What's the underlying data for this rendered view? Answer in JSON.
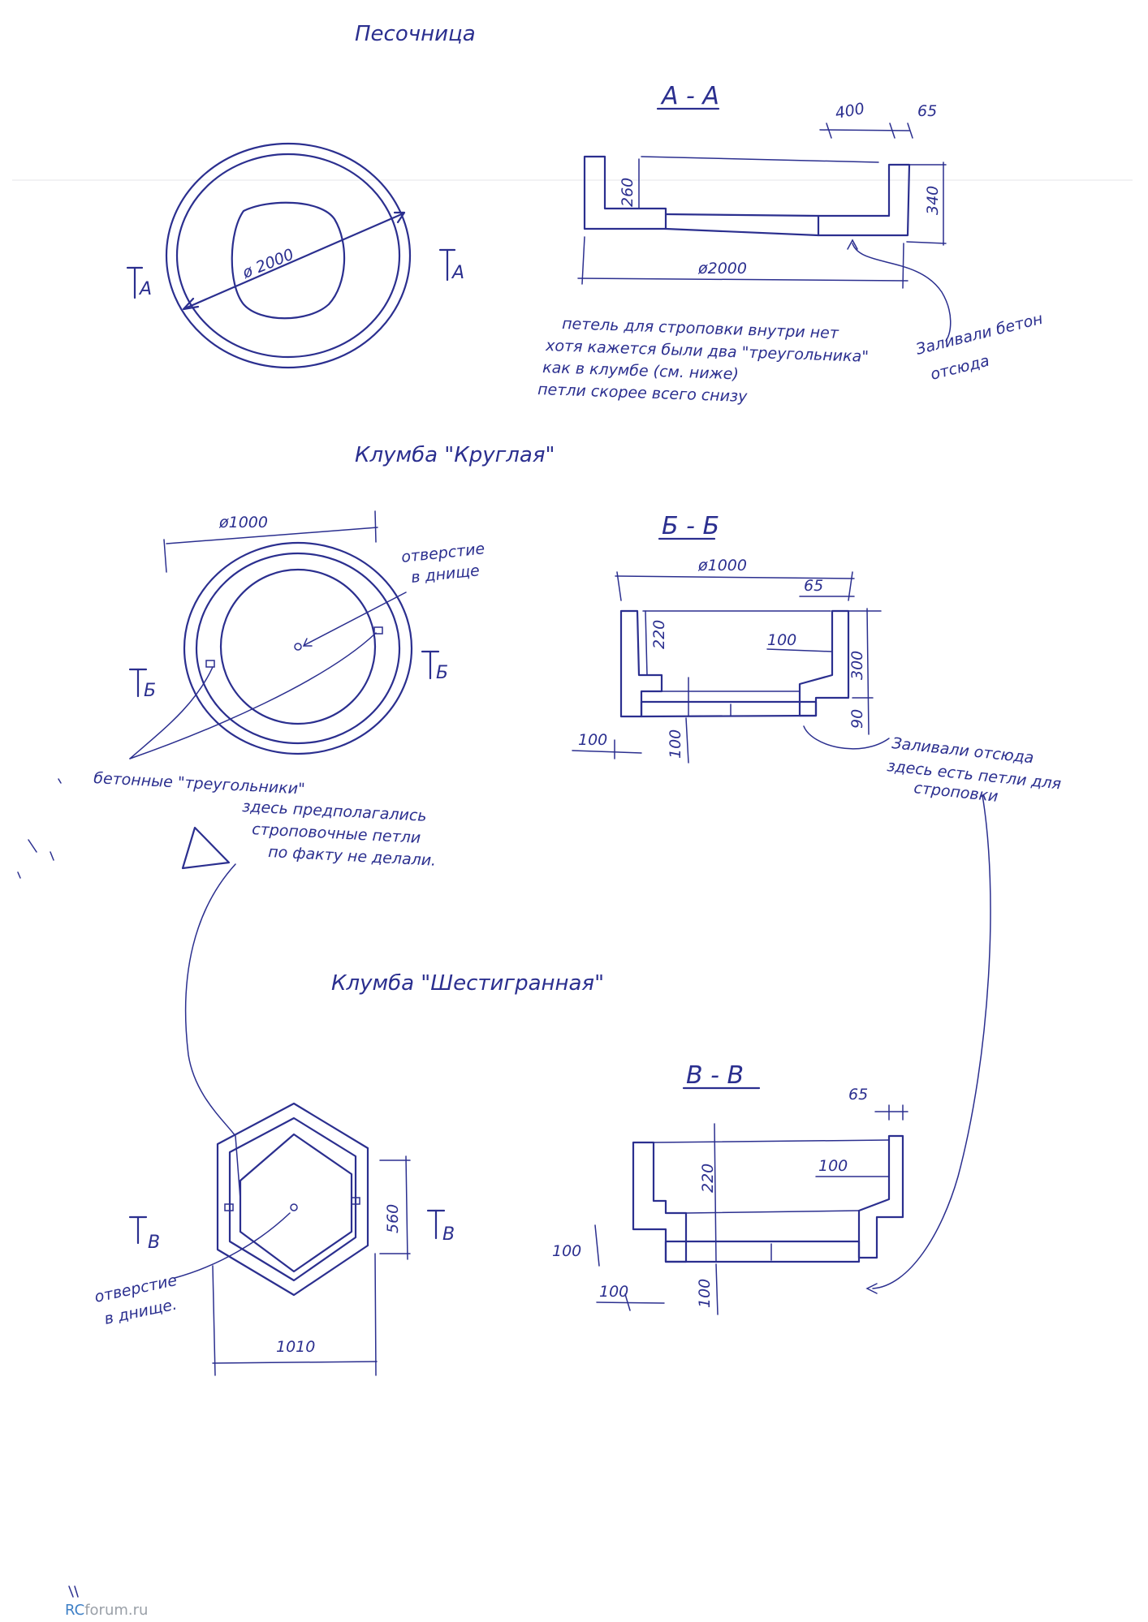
{
  "titles": {
    "sandbox": "Песочница",
    "round_bed": "Клумба \"Круглая\"",
    "hex_bed": "Клумба \"Шестигранная\""
  },
  "sections": {
    "aa": "А - А",
    "bb": "Б - Б",
    "vv": "В - В"
  },
  "section_marks": {
    "a_left": "А",
    "a_right": "А",
    "b_left": "Б",
    "b_right": "Б",
    "v_left": "В",
    "v_right": "В"
  },
  "dimensions": {
    "sandbox_plan_diameter": "ø 2000",
    "aa_400": "400",
    "aa_65": "65",
    "aa_260": "260",
    "aa_340": "340",
    "aa_diameter": "ø2000",
    "round_plan_diameter": "ø1000",
    "bb_diameter": "ø1000",
    "bb_65": "65",
    "bb_220": "220",
    "bb_100_inner": "100",
    "bb_300": "300",
    "bb_90": "90",
    "bb_100_left": "100",
    "bb_100_bottom": "100",
    "hex_560": "560",
    "hex_1010": "1010",
    "vv_65": "65",
    "vv_220": "220",
    "vv_100_inner": "100",
    "vv_100_left": "100",
    "vv_100_bottom": "100",
    "vv_100_bottom2": "100"
  },
  "notes": {
    "aa_note_1": "петель для строповки внутри нет",
    "aa_note_2": "хотя кажется были два \"треугольника\"",
    "aa_note_3": "как в клумбе (см. ниже)",
    "aa_note_4": "петли скорее всего снизу",
    "aa_pour_1": "Заливали бетон",
    "aa_pour_2": "отсюда",
    "hole_round_1": "отверстие",
    "hole_round_2": "в днище",
    "triangles": "бетонные \"треугольники\"",
    "lift_1": "здесь предполагались",
    "lift_2": "строповочные петли",
    "lift_3": "по факту не делали.",
    "bb_pour_1": "Заливали отсюда",
    "bb_pour_2": "здесь есть петли для",
    "bb_pour_3": "строповки",
    "hole_hex_1": "отверстие",
    "hole_hex_2": "в днище."
  },
  "watermark": {
    "rc": "RC",
    "rest": "forum.ru"
  }
}
